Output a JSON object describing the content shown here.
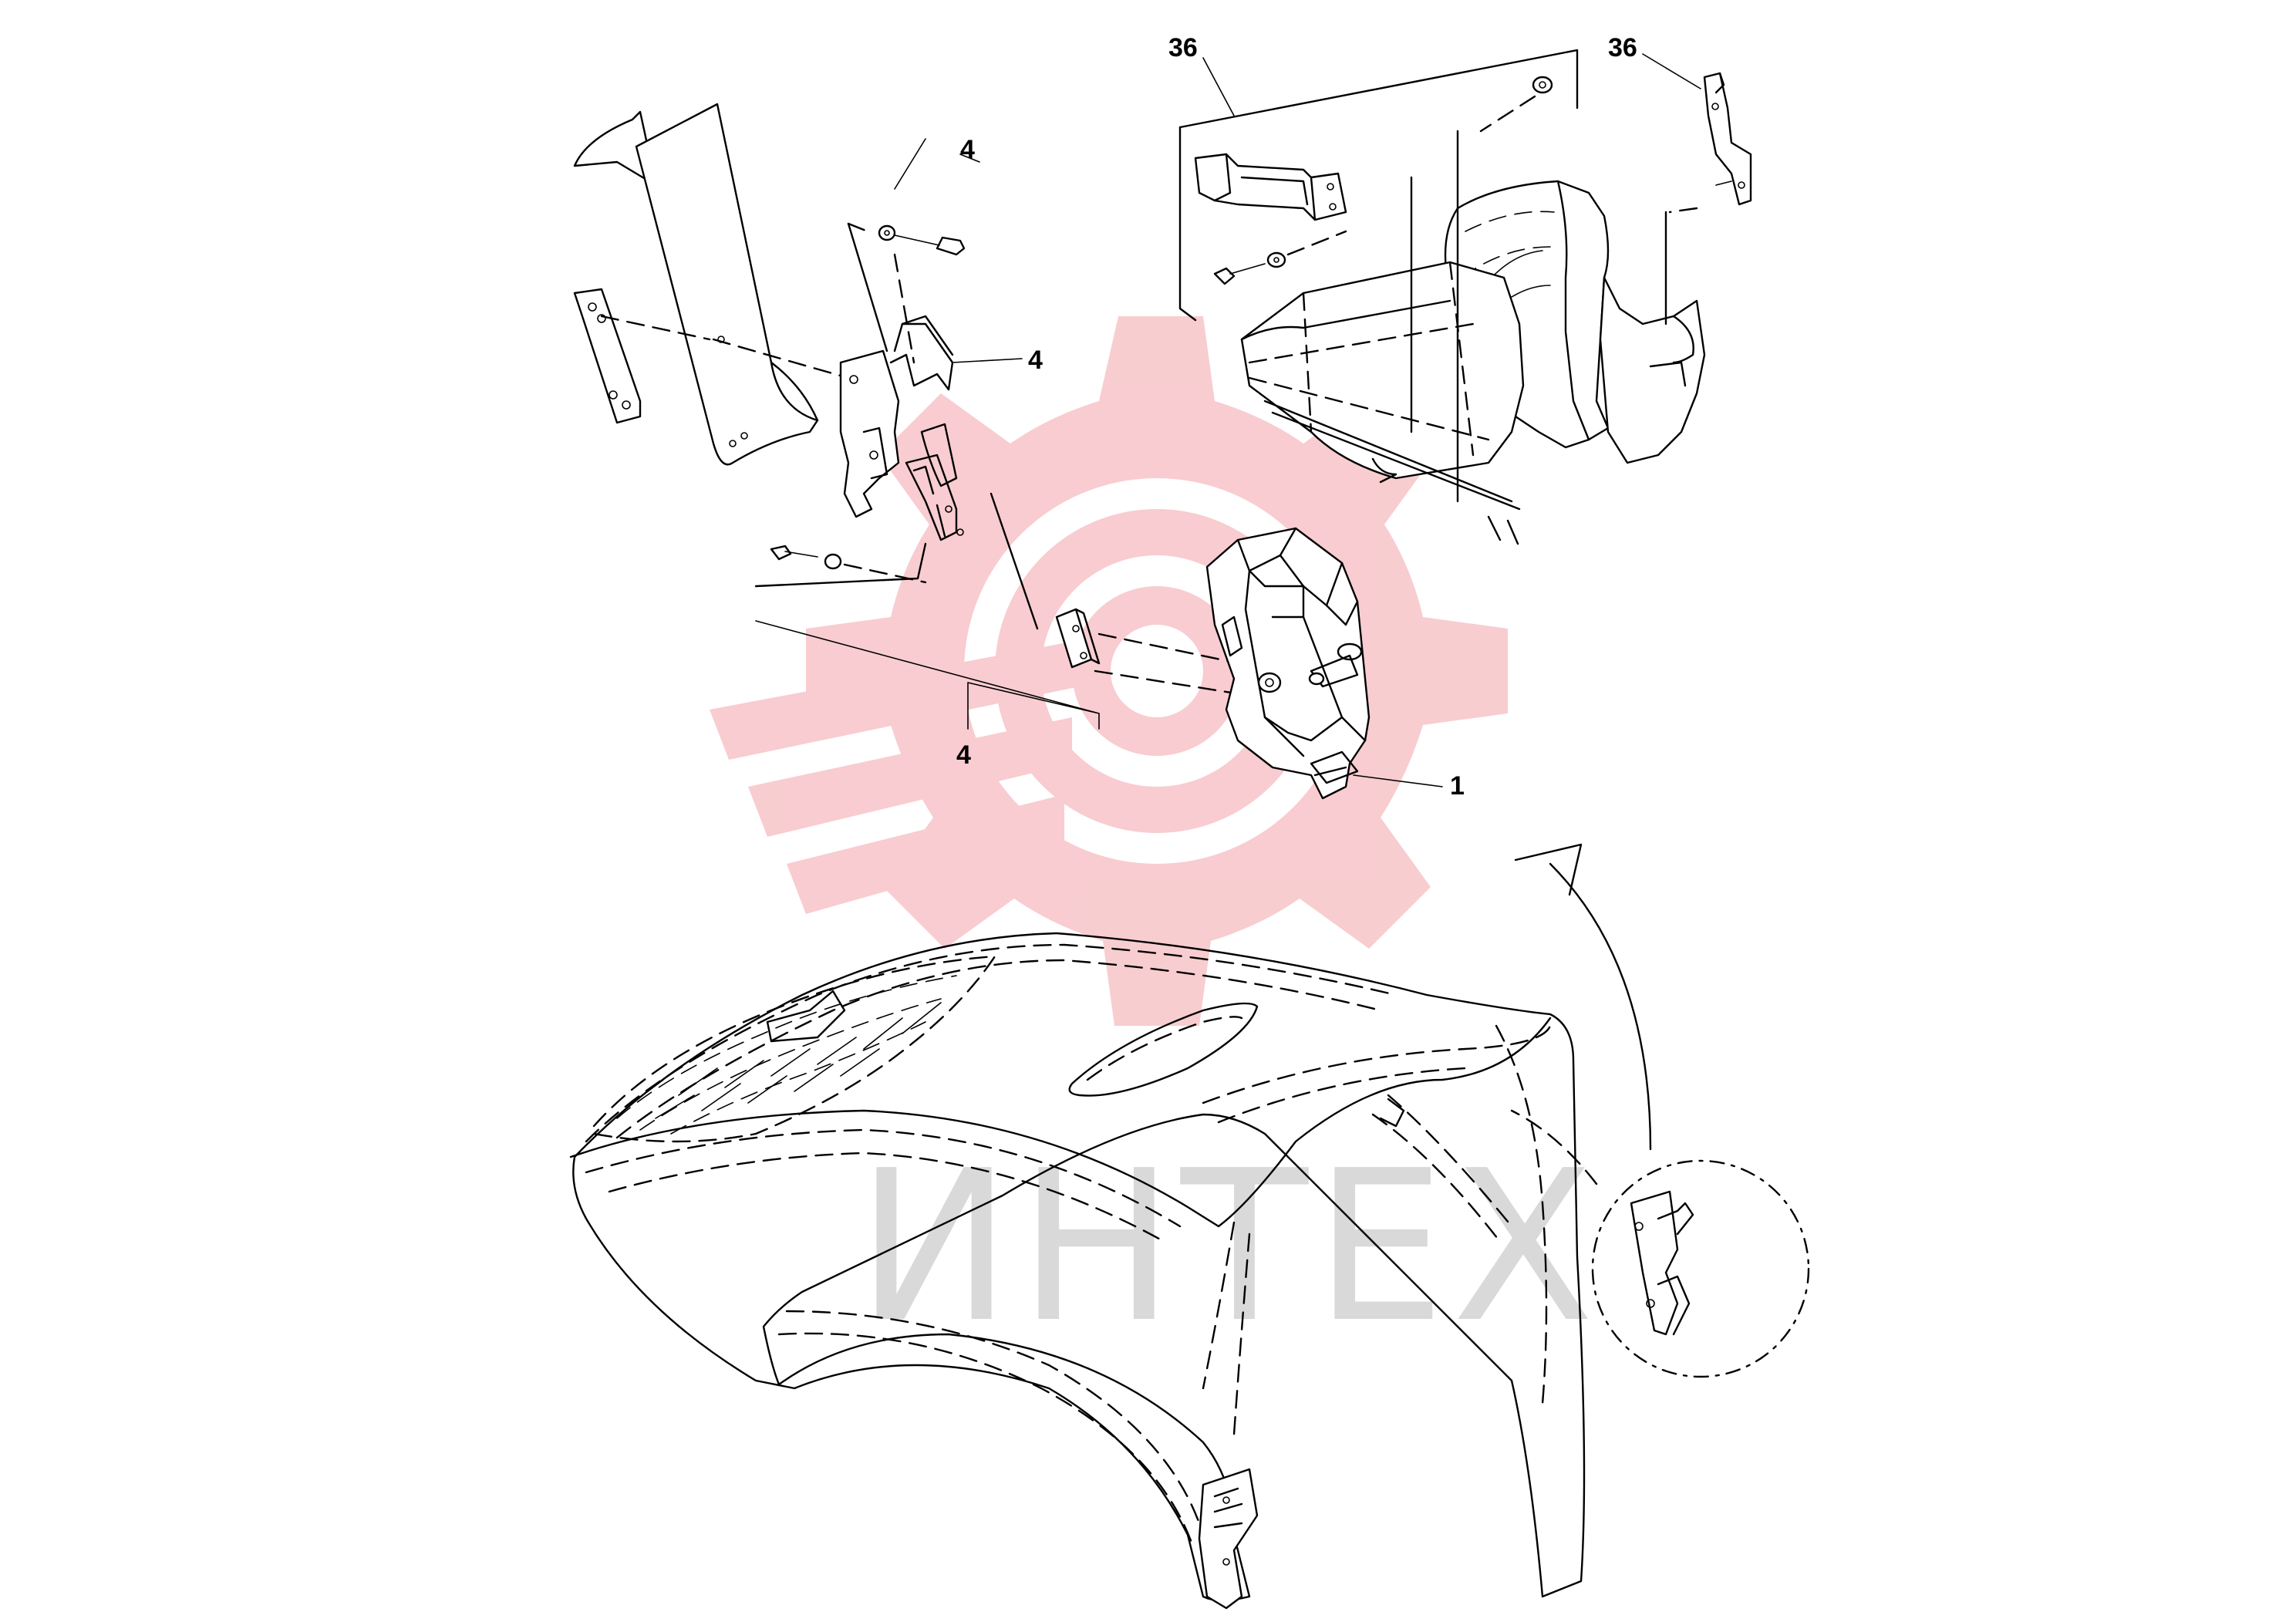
{
  "callouts": {
    "c36_left": "36",
    "c36_right": "36",
    "c4_top": "4",
    "c4_mid": "4",
    "c4_bottom": "4",
    "c1": "1"
  },
  "watermark": {
    "text": "ИНТЕХ",
    "color_logo": "#f7c4c8",
    "color_text": "#d9d9d9"
  }
}
